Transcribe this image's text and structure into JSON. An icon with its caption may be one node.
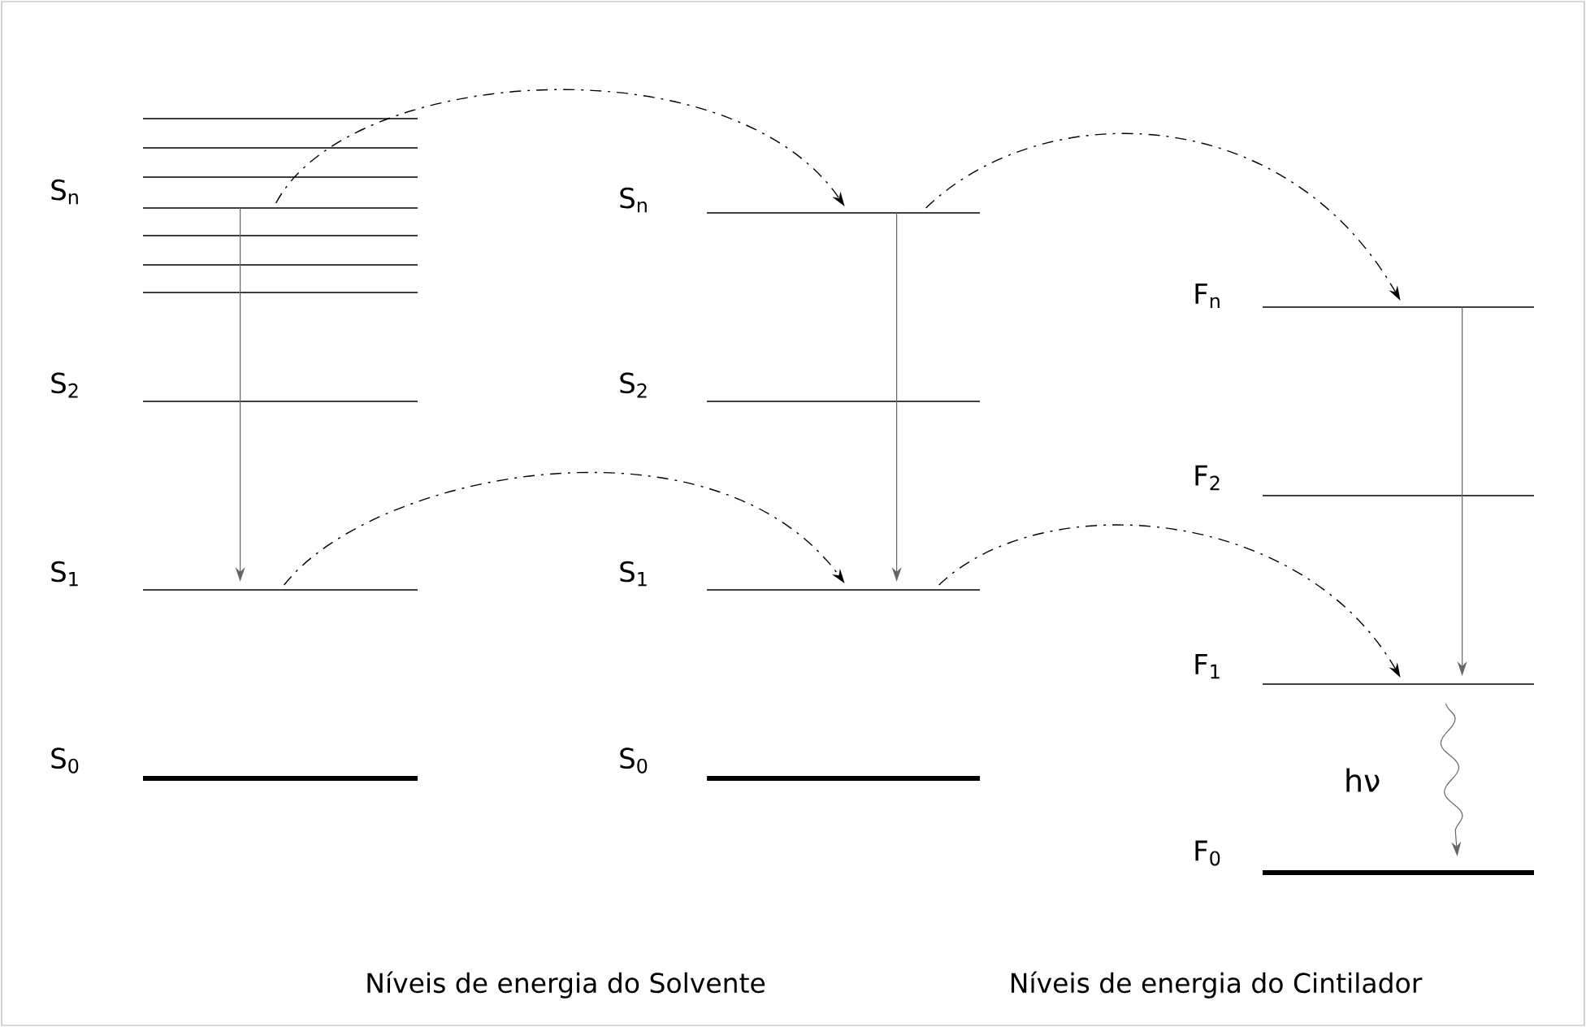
{
  "diagram": {
    "nodes": [
      {
        "text": [],
        "shape": "bar",
        "beside": [
          "S$_{n}$"
        ]
      },
      {
        "text": [],
        "shape": "bar",
        "beside": [
          "S$_{2}$"
        ]
      },
      {
        "text": [],
        "shape": "bar",
        "beside": [
          "S$_{1}$"
        ]
      },
      {
        "text": [],
        "shape": "bar",
        "beside": [
          "S$_{0}$"
        ]
      },
      {
        "text": [],
        "shape": "bar",
        "beside": [
          "S$_{n}$"
        ]
      },
      {
        "text": [],
        "shape": "bar",
        "beside": [
          "S$_{2}$"
        ]
      },
      {
        "text": [],
        "shape": "bar",
        "beside": [
          "S$_{1}$"
        ]
      },
      {
        "text": [],
        "shape": "bar",
        "beside": [
          "S$_{0}$"
        ]
      },
      {
        "text": [],
        "shape": "bar",
        "beside": [
          "F$_{n}$"
        ]
      },
      {
        "text": [],
        "shape": "bar",
        "beside": [
          "F$_{2}$"
        ]
      },
      {
        "text": [],
        "shape": "bar",
        "beside": [
          "F$_{1}$"
        ]
      },
      {
        "text": [],
        "shape": "bar",
        "beside": [
          "F$_{0}$"
        ]
      }
    ],
    "edges": [
      {
        "from": 0,
        "to": 4,
        "arrow": "to",
        "style": "dashed"
      },
      {
        "from": 0,
        "to": 2,
        "arrow": "to",
        "color": "#666666"
      },
      {
        "from": 4,
        "to": 8,
        "arrow": "to",
        "style": "dashed"
      },
      {
        "from": 4,
        "to": 6,
        "arrow": "to",
        "color": "#666666"
      },
      {
        "from": 2,
        "to": 6,
        "arrow": "to",
        "style": "dashed"
      },
      {
        "from": 6,
        "to": 10,
        "arrow": "to",
        "style": "dashed"
      },
      {
        "from": 8,
        "to": 10,
        "arrow": "to",
        "color": "#666666"
      },
      {
        "from": 10,
        "to": 11,
        "arrow": "to",
        "label": "hν",
        "color": "#666666"
      }
    ],
    "labels": [
      "Níveis de energia do Solvente",
      "Níveis de energia do Cintilador"
    ]
  }
}
